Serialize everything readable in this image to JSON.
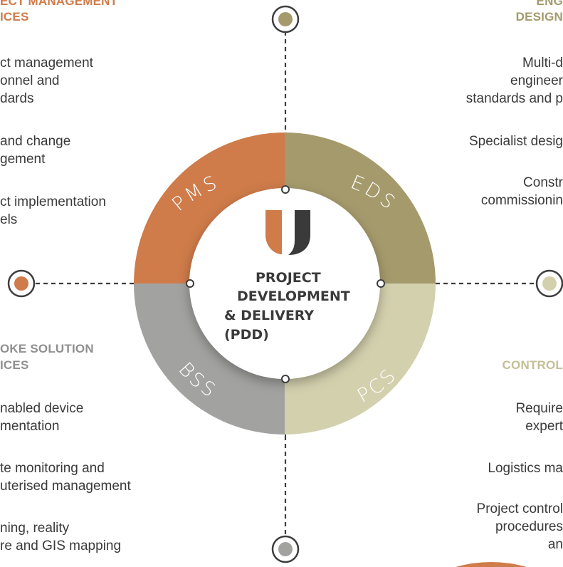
{
  "colors": {
    "pms": "#cf7b4a",
    "eds": "#a59a6c",
    "pcs": "#d3d0ad",
    "bss": "#a2a2a0",
    "connector": "#3d3d3d",
    "logo_orange": "#cf7b4a",
    "logo_dark": "#3a3a3a"
  },
  "icons": {
    "logo": "u-logo",
    "top_node": "circle-node",
    "left_node": "circle-node",
    "right_node": "circle-node",
    "bottom_node": "circle-node"
  },
  "ring": {
    "pms": "PMS",
    "eds": "EDS",
    "pcs": "PCS",
    "bss": "BSS"
  },
  "center": {
    "line1": "PROJECT",
    "line2": "DEVELOPMENT",
    "line3": "& DELIVERY",
    "line4": "(PDD)"
  },
  "top_left": {
    "heading_line1": "ECT MANAGEMENT",
    "heading_line2": "ICES",
    "items": [
      "ct management\nonnel and\ndards",
      "and change\ngement",
      "ct implementation\nels"
    ]
  },
  "top_right": {
    "heading_line1": "ENG",
    "heading_line2": "DESIGN",
    "items": [
      "Multi-d\nengineer\nstandards and p",
      "Specialist desig",
      "Constr\ncommissionin"
    ]
  },
  "bottom_left": {
    "heading_line1": "OKE SOLUTION",
    "heading_line2": "ICES",
    "items": [
      "nabled device\nmentation",
      "te monitoring and\nuterised management",
      "ning, reality\nre and GIS mapping"
    ]
  },
  "bottom_right": {
    "heading": "CONTROL",
    "items": [
      "Require\nexpert",
      "Logistics ma",
      "Project control\nprocedures\nan"
    ]
  }
}
